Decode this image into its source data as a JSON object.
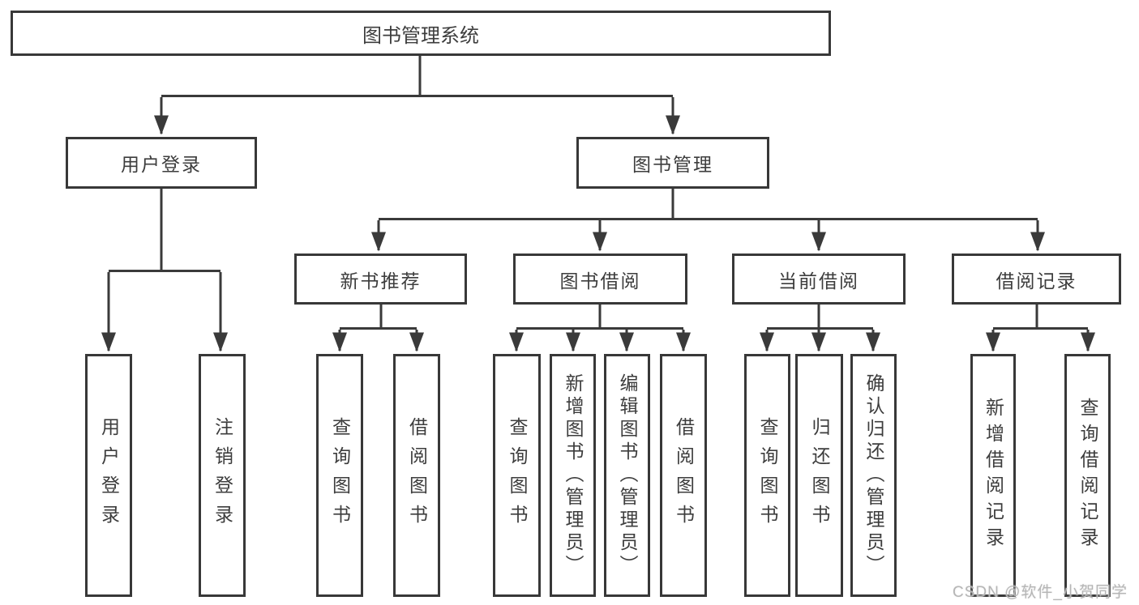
{
  "diagram": {
    "root": {
      "label": "图书管理系统"
    },
    "branches": [
      {
        "label": "用户登录"
      },
      {
        "label": "图书管理"
      }
    ],
    "modules": [
      {
        "label": "新书推荐"
      },
      {
        "label": "图书借阅"
      },
      {
        "label": "当前借阅"
      },
      {
        "label": "借阅记录"
      }
    ],
    "leaves": [
      {
        "label": "用户登录"
      },
      {
        "label": "注销登录"
      },
      {
        "label": "查询图书"
      },
      {
        "label": "借阅图书"
      },
      {
        "label": "查询图书"
      },
      {
        "label": "新增图书（管理员）"
      },
      {
        "label": "编辑图书（管理员）"
      },
      {
        "label": "借阅图书"
      },
      {
        "label": "查询图书"
      },
      {
        "label": "归还图书"
      },
      {
        "label": "确认归还（管理员）"
      },
      {
        "label": "新增借阅记录"
      },
      {
        "label": "查询借阅记录"
      }
    ],
    "line_color": "#3a3a3a",
    "background_color": "#ffffff"
  },
  "watermark": {
    "text": "CSDN @软件_小贺同学"
  }
}
